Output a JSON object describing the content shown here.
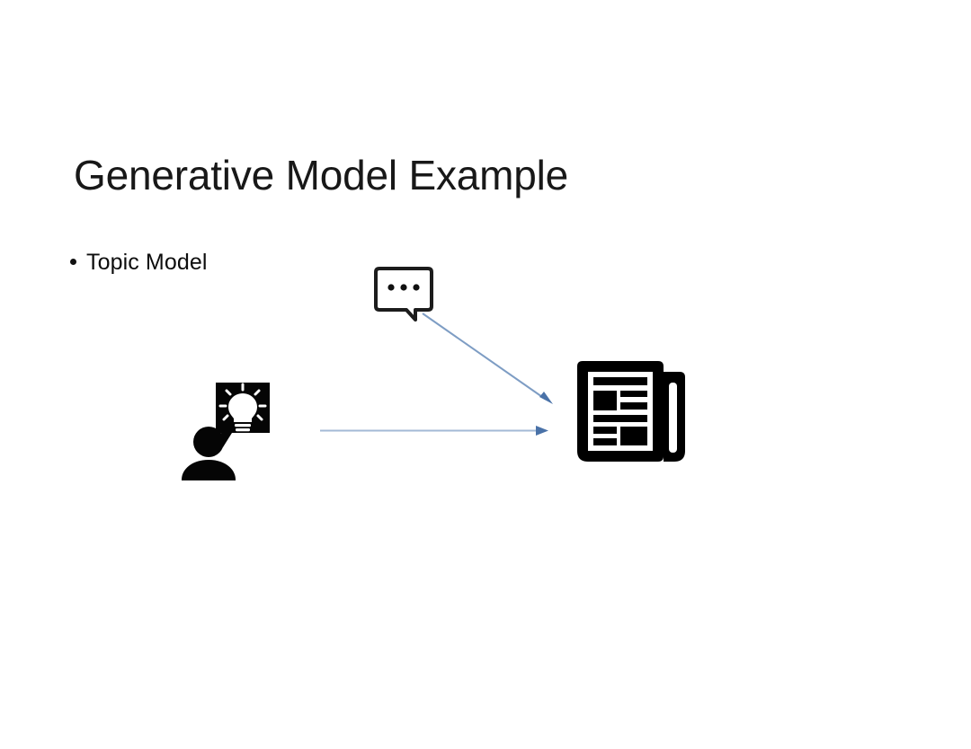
{
  "slide": {
    "title": "Generative Model Example",
    "background_color": "#FFFFFF",
    "title_color": "#181818",
    "bullets": [
      {
        "marker": "•",
        "text": "Topic Model"
      }
    ],
    "diagram": {
      "accent_color": "#4A72A8",
      "line_color": "#A3BAD6",
      "icon_color": "#000000",
      "nodes": [
        {
          "name": "chat-bubble-icon",
          "label": "speech bubble with ellipsis",
          "dots": 3
        },
        {
          "name": "person-idea-icon",
          "label": "person with lightbulb thought bubble"
        },
        {
          "name": "newspaper-icon",
          "label": "newspaper document"
        }
      ],
      "arrows": [
        {
          "name": "arrow-diagonal",
          "from": "chat-bubble-icon",
          "to": "newspaper-icon"
        },
        {
          "name": "arrow-horizontal",
          "from": "person-idea-icon",
          "to": "newspaper-icon"
        }
      ]
    }
  }
}
